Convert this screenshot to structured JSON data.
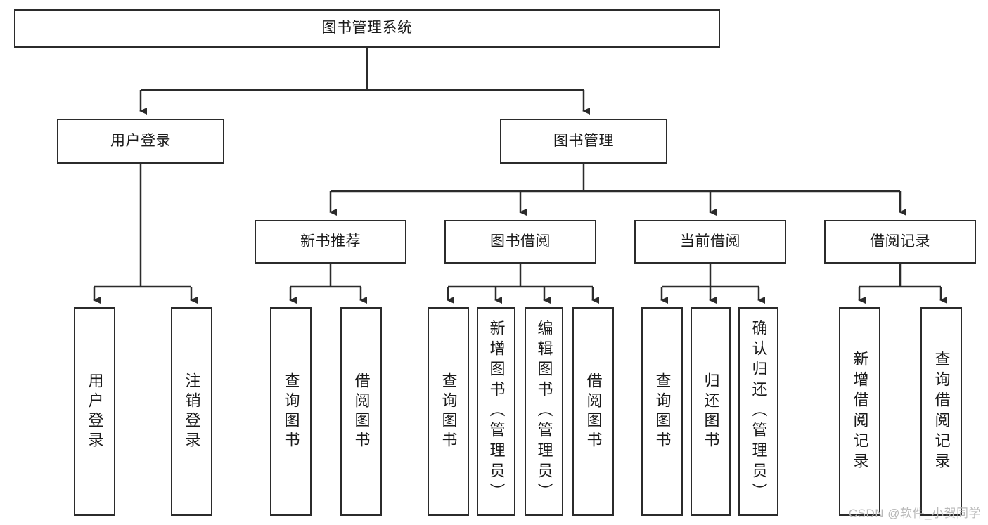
{
  "diagram": {
    "title": "图书管理系统",
    "root": {
      "label": "图书管理系统"
    },
    "level2": [
      {
        "label": "用户登录"
      },
      {
        "label": "图书管理"
      }
    ],
    "level3": [
      {
        "label": "新书推荐"
      },
      {
        "label": "图书借阅"
      },
      {
        "label": "当前借阅"
      },
      {
        "label": "借阅记录"
      }
    ],
    "leaves": [
      {
        "label": "用户登录"
      },
      {
        "label": "注销登录"
      },
      {
        "label": "查询图书"
      },
      {
        "label": "借阅图书"
      },
      {
        "label": "查询图书"
      },
      {
        "label": "新增图书（管理员）"
      },
      {
        "label": "编辑图书（管理员）"
      },
      {
        "label": "借阅图书"
      },
      {
        "label": "查询图书"
      },
      {
        "label": "归还图书"
      },
      {
        "label": "确认归还（管理员）"
      },
      {
        "label": "新增借阅记录"
      },
      {
        "label": "查询借阅记录"
      }
    ]
  },
  "watermark": {
    "text": "CSDN @软件_小贺同学"
  },
  "colors": {
    "stroke": "#2b2b2b",
    "background": "#ffffff",
    "text": "#1a1a1a",
    "watermark": "#b9b9b9"
  }
}
